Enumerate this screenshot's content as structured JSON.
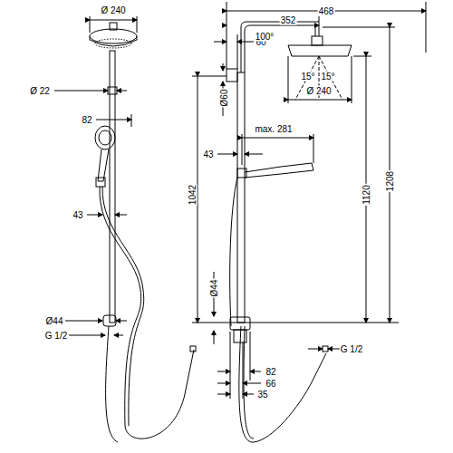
{
  "diagram": {
    "labels": [
      "Ø 240",
      "Ø 22",
      "82",
      "43",
      "Ø44",
      "G 1/2",
      "468",
      "352",
      "60",
      "100°",
      "15°",
      "15°",
      "Ø 240",
      "Ø60",
      "max. 281",
      "43",
      "1042",
      "1120",
      "1208",
      "Ø44",
      "G 1/2",
      "82",
      "66",
      "35"
    ]
  }
}
